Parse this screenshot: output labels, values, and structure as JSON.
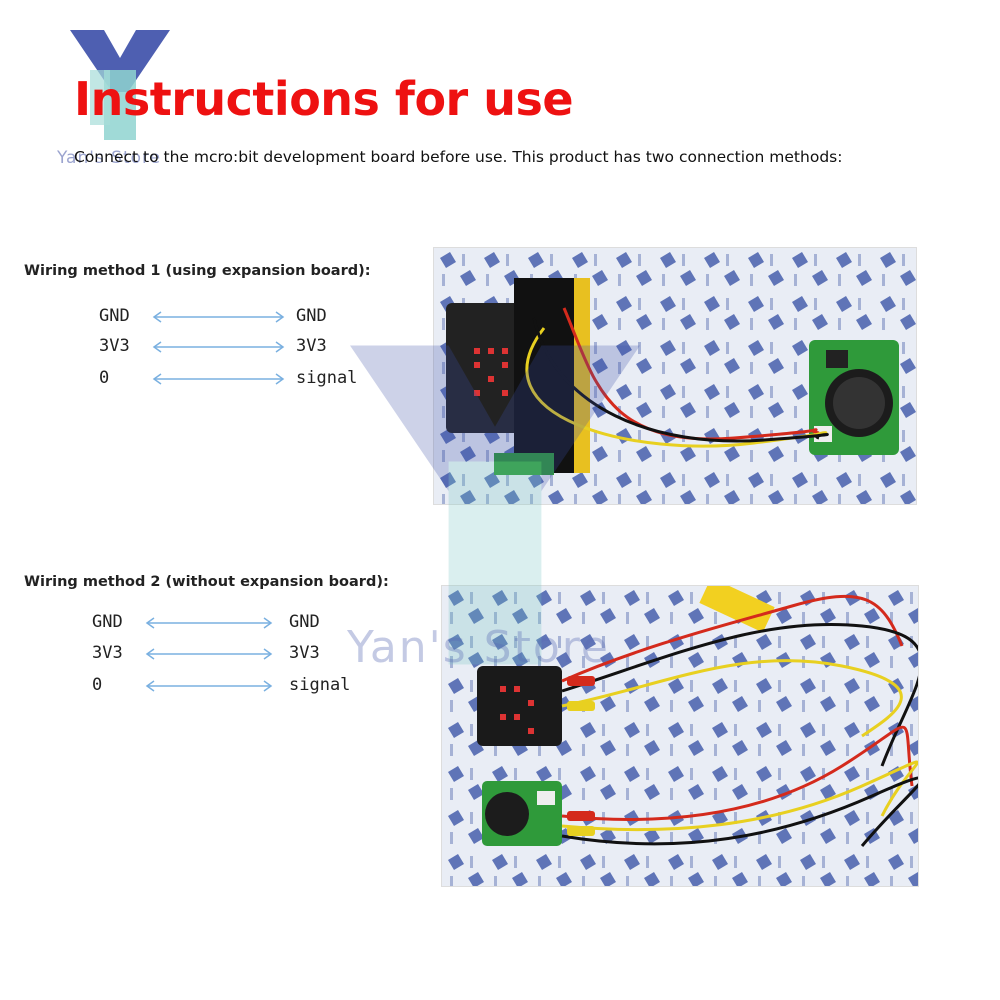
{
  "logo": {
    "brand": "Yan's Store"
  },
  "title": "Instructions for use",
  "intro": "Connect to the mcro:bit development board before use. This product has two connection methods:",
  "method1": {
    "title": "Wiring method 1 (using expansion board):",
    "rows": [
      {
        "left": "GND",
        "right": "GND"
      },
      {
        "left": "3V3",
        "right": "3V3"
      },
      {
        "left": "0",
        "right": "signal"
      }
    ]
  },
  "method2": {
    "title": "Wiring method 2 (without expansion board):",
    "rows": [
      {
        "left": "GND",
        "right": "GND"
      },
      {
        "left": "3V3",
        "right": "3V3"
      },
      {
        "left": "0",
        "right": "signal"
      }
    ]
  },
  "watermark": "Yan's Store",
  "colors": {
    "title": "#ee1111",
    "arrow": "#7ab0e0",
    "wire_red": "#d42a1c",
    "wire_yellow": "#e8d020",
    "board_green": "#2f9a3a"
  }
}
